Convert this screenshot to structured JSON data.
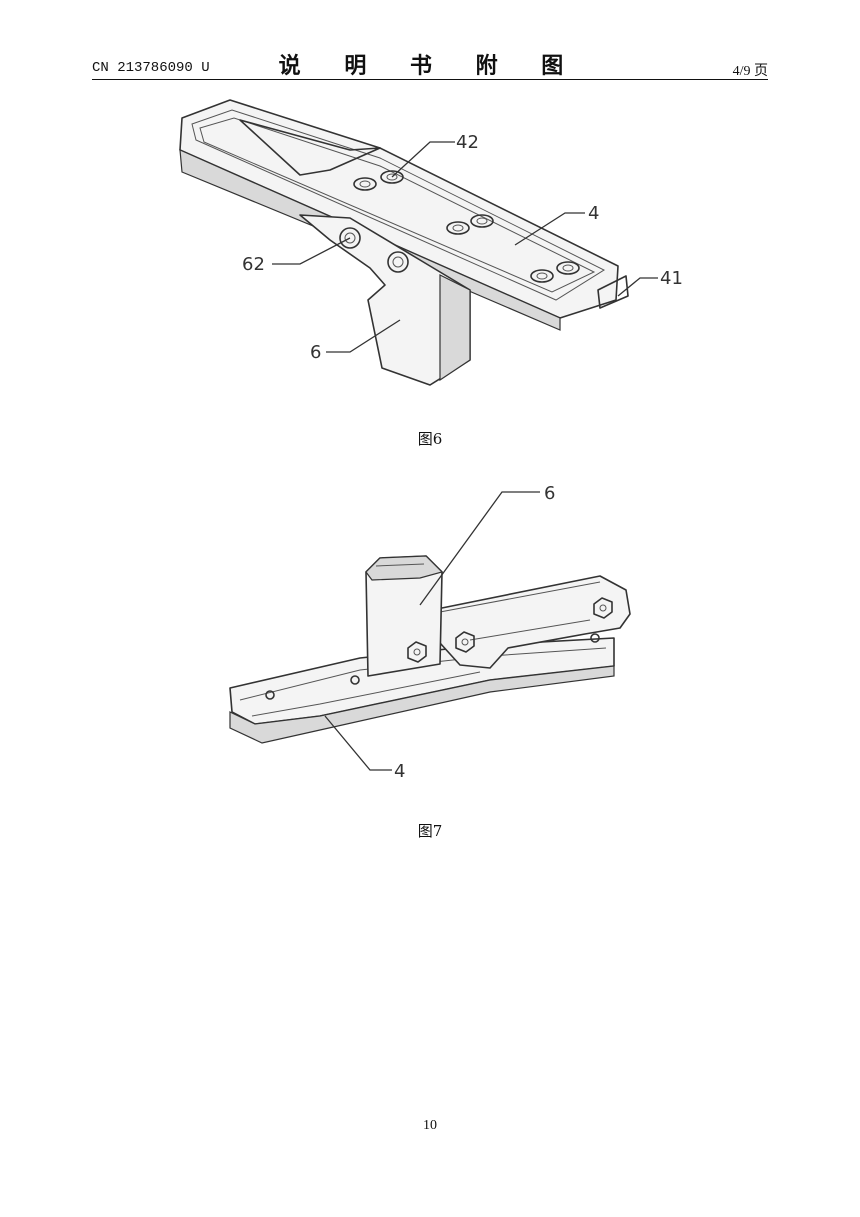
{
  "header": {
    "doc_number": "CN 213786090 U",
    "title": "说 明 书 附 图",
    "page_of": "4/9 页"
  },
  "figures": [
    {
      "caption": "图6",
      "labels": [
        "42",
        "4",
        "62",
        "41",
        "6"
      ]
    },
    {
      "caption": "图7",
      "labels": [
        "6",
        "4"
      ]
    }
  ],
  "footer": {
    "page_number": "10"
  }
}
